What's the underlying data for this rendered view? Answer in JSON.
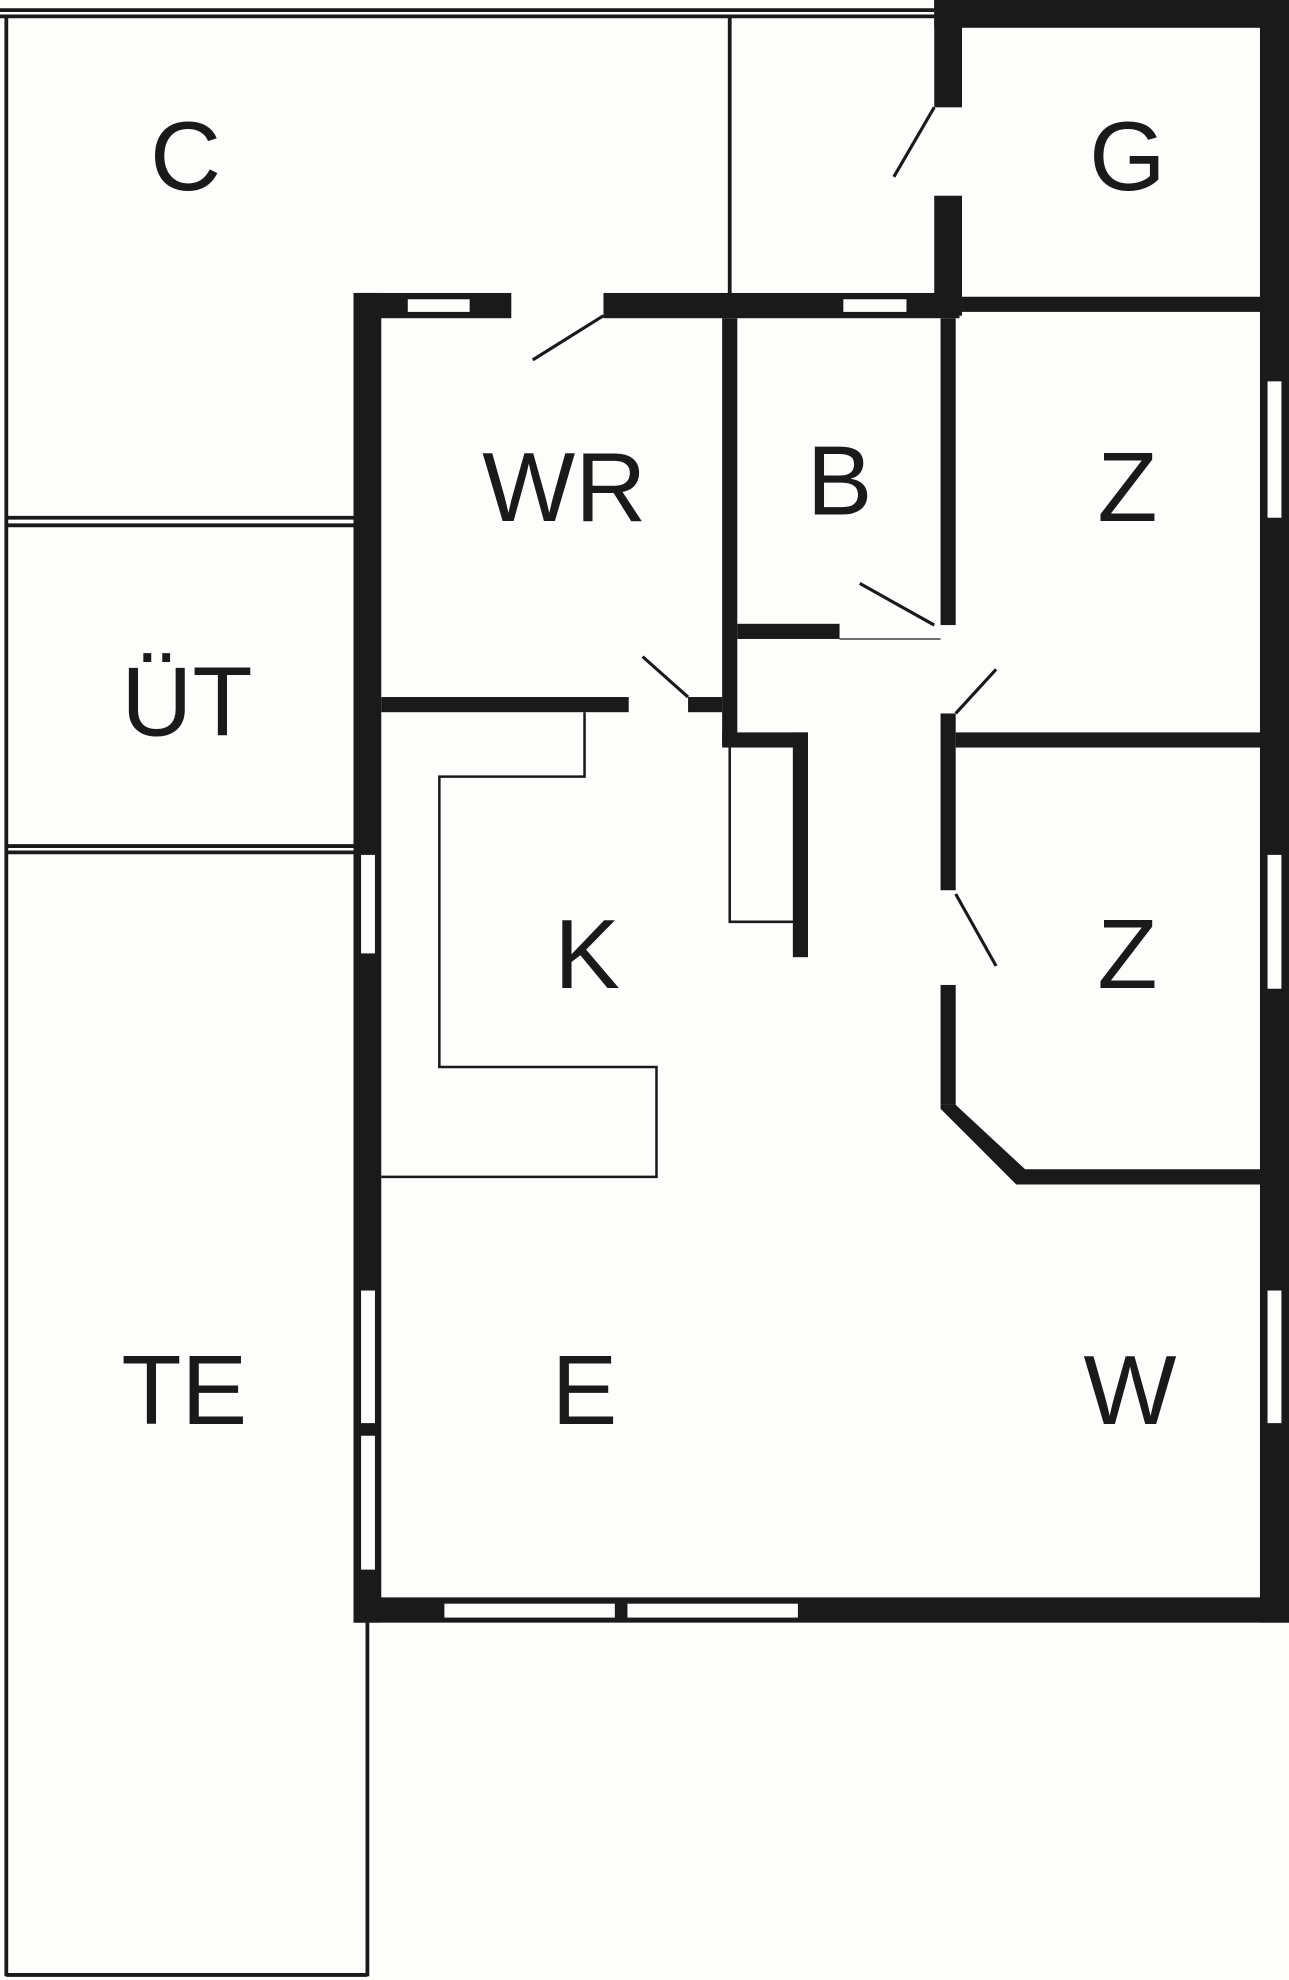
{
  "floor_plan": {
    "rooms": [
      {
        "id": "c",
        "label": "C"
      },
      {
        "id": "g",
        "label": "G"
      },
      {
        "id": "wr",
        "label": "WR"
      },
      {
        "id": "b",
        "label": "B"
      },
      {
        "id": "z1",
        "label": "Z"
      },
      {
        "id": "ut",
        "label": "ÜT"
      },
      {
        "id": "k",
        "label": "K"
      },
      {
        "id": "z2",
        "label": "Z"
      },
      {
        "id": "te",
        "label": "TE"
      },
      {
        "id": "e",
        "label": "E"
      },
      {
        "id": "w",
        "label": "W"
      }
    ],
    "colors": {
      "ink": "#1a1a1a",
      "paper": "#fdfdfb"
    }
  }
}
